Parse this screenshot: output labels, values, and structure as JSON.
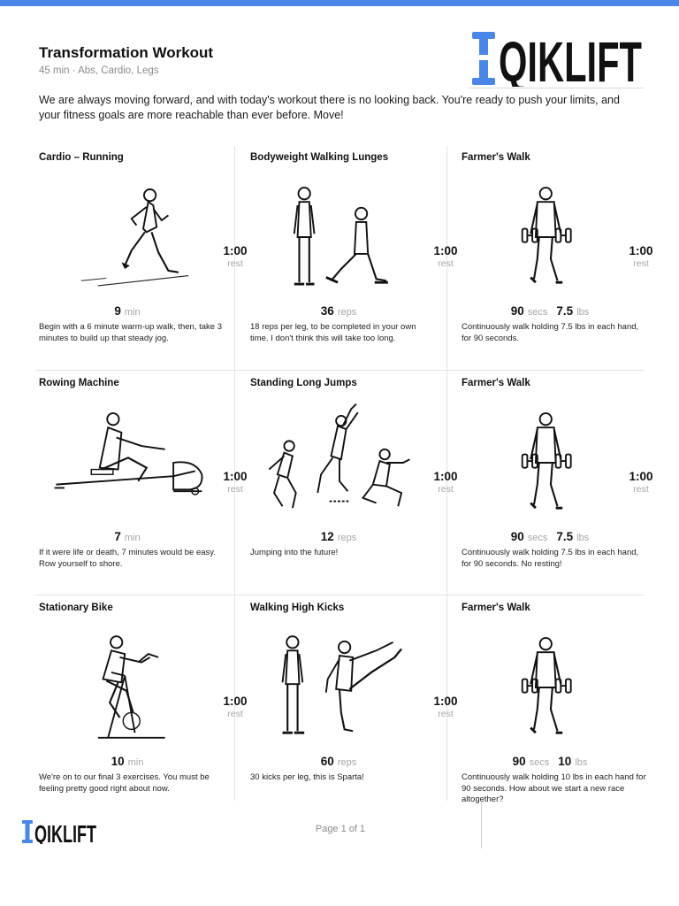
{
  "header": {
    "title": "Transformation Workout",
    "subtitle": "45 min · Abs, Cardio, Legs",
    "brand": "QIKLIFT",
    "intro": "We are always moving forward, and with today's workout there is no looking back. You're ready to push your limits, and your fitness goals are more reachable than ever before. Move!"
  },
  "rest": {
    "time": "1:00",
    "label": "rest"
  },
  "rows": [
    [
      {
        "name": "Cardio – Running",
        "stats": [
          {
            "value": "9",
            "unit": "min"
          }
        ],
        "desc": "Begin with a 6 minute warm-up walk, then, take 3 minutes to build up that steady jog.",
        "icon": "runner-icon"
      },
      {
        "name": "Bodyweight Walking Lunges",
        "stats": [
          {
            "value": "36",
            "unit": "reps"
          }
        ],
        "desc": "18 reps per leg, to be completed in your own time. I don't think this will take too long.",
        "icon": "lunge-icon"
      },
      {
        "name": "Farmer's Walk",
        "stats": [
          {
            "value": "90",
            "unit": "secs"
          },
          {
            "value": "7.5",
            "unit": "lbs"
          }
        ],
        "desc": "Continuously walk holding 7.5 lbs in each hand, for 90 seconds.",
        "icon": "farmers-walk-icon"
      }
    ],
    [
      {
        "name": "Rowing Machine",
        "stats": [
          {
            "value": "7",
            "unit": "min"
          }
        ],
        "desc": "If it were life or death, 7 minutes would be easy. Row yourself to shore.",
        "icon": "rowing-machine-icon"
      },
      {
        "name": "Standing Long Jumps",
        "stats": [
          {
            "value": "12",
            "unit": "reps"
          }
        ],
        "desc": "Jumping into the future!",
        "icon": "long-jump-icon"
      },
      {
        "name": "Farmer's Walk",
        "stats": [
          {
            "value": "90",
            "unit": "secs"
          },
          {
            "value": "7.5",
            "unit": "lbs"
          }
        ],
        "desc": "Continuously walk holding 7.5 lbs in each hand, for 90 seconds. No resting!",
        "icon": "farmers-walk-icon"
      }
    ],
    [
      {
        "name": "Stationary Bike",
        "stats": [
          {
            "value": "10",
            "unit": "min"
          }
        ],
        "desc": "We're on to our final 3 exercises. You must be feeling pretty good right about now.",
        "icon": "stationary-bike-icon"
      },
      {
        "name": "Walking High Kicks",
        "stats": [
          {
            "value": "60",
            "unit": "reps"
          }
        ],
        "desc": "30 kicks per leg, this is Sparta!",
        "icon": "high-kick-icon"
      },
      {
        "name": "Farmer's Walk",
        "stats": [
          {
            "value": "90",
            "unit": "secs"
          },
          {
            "value": "10",
            "unit": "lbs"
          }
        ],
        "desc": "Continuously walk holding 10 lbs in each hand for 90 seconds. How about we start a new race altogether?",
        "icon": "farmers-walk-icon"
      }
    ]
  ],
  "footer": {
    "brand": "QIKLIFT",
    "page": "Page 1 of 1"
  },
  "colors": {
    "accent": "#4a86e8",
    "muted": "#a6a6a6",
    "text": "#111111"
  }
}
